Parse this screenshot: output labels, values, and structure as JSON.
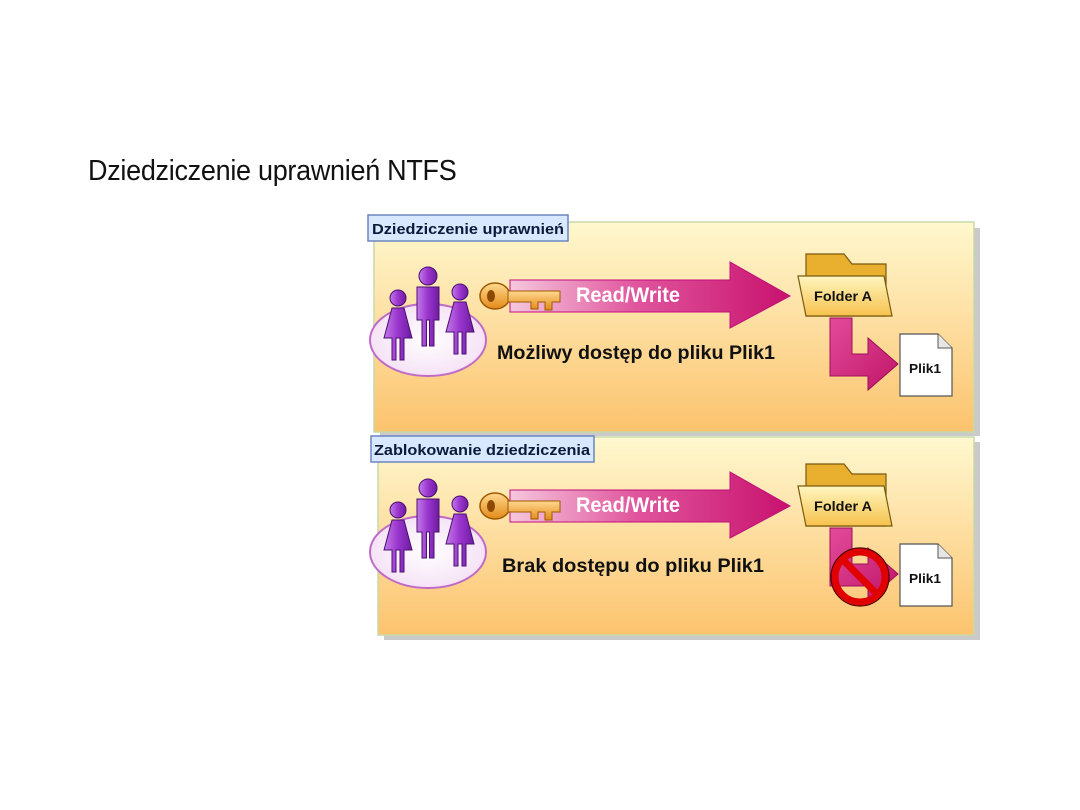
{
  "title": "Dziedziczenie uprawnień NTFS",
  "panels": [
    {
      "label": "Dziedziczenie uprawnień",
      "permission": "Read/Write",
      "folder": "Folder A",
      "file": "Plik1",
      "message": "Możliwy dostęp do pliku Plik1",
      "blocked": false
    },
    {
      "label": "Zablokowanie dziedziczenia",
      "permission": "Read/Write",
      "folder": "Folder A",
      "file": "Plik1",
      "message": "Brak dostępu do pliku Plik1",
      "blocked": true
    }
  ],
  "colors": {
    "panel_top": "#FFF7C8",
    "panel_bottom": "#FDCB78",
    "arrow_magenta": "#D4267F",
    "people_purple": "#9A3CC8",
    "key_orange": "#F0A030",
    "tag_blue": "#D8E8FF",
    "block_red": "#E00000"
  },
  "icons": [
    "user-group-icon",
    "key-icon",
    "folder-icon",
    "file-icon",
    "no-entry-icon"
  ]
}
